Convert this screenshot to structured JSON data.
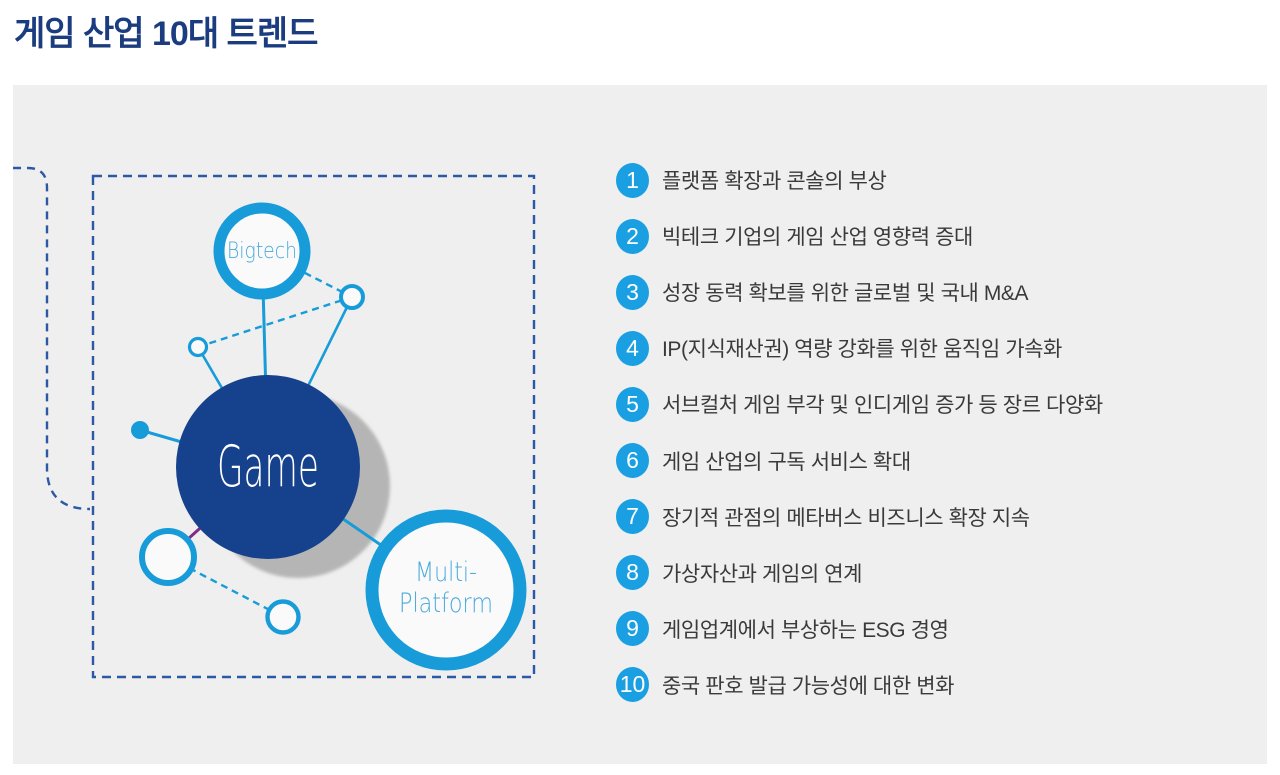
{
  "page": {
    "title": "게임 산업 10대 트렌드"
  },
  "diagram": {
    "nodes": {
      "bigtech": "Bigtech",
      "game": "Game",
      "multi_line1": "Multi-",
      "multi_line2": "Platform"
    }
  },
  "trends": {
    "items": [
      {
        "num": "1",
        "label": "플랫폼 확장과 콘솔의 부상"
      },
      {
        "num": "2",
        "label": "빅테크 기업의 게임 산업 영향력 증대"
      },
      {
        "num": "3",
        "label": "성장 동력 확보를 위한 글로벌 및 국내 M&A"
      },
      {
        "num": "4",
        "label": "IP(지식재산권) 역량 강화를 위한 움직임 가속화"
      },
      {
        "num": "5",
        "label": "서브컬처 게임 부각 및 인디게임 증가 등 장르 다양화"
      },
      {
        "num": "6",
        "label": "게임 산업의 구독 서비스 확대"
      },
      {
        "num": "7",
        "label": "장기적 관점의 메타버스 비즈니스 확장 지속"
      },
      {
        "num": "8",
        "label": "가상자산과 게임의 연계"
      },
      {
        "num": "9",
        "label": "게임업계에서 부상하는 ESG 경영"
      },
      {
        "num": "10",
        "label": "중국 판호 발급 가능성에 대한 변화"
      }
    ]
  },
  "colors": {
    "ring_blue": "#189cd9",
    "badge_blue": "#1aa0e2",
    "game_navy": "#16418c",
    "title_navy": "#1b3c7e",
    "dashed_navy": "#2b59a5",
    "magenta_link": "#812d85",
    "panel_gray": "#efefef",
    "label_light_blue": "#4aaadc",
    "list_text": "#3a3a3a",
    "shadow_gray": "#b5b5b5"
  }
}
